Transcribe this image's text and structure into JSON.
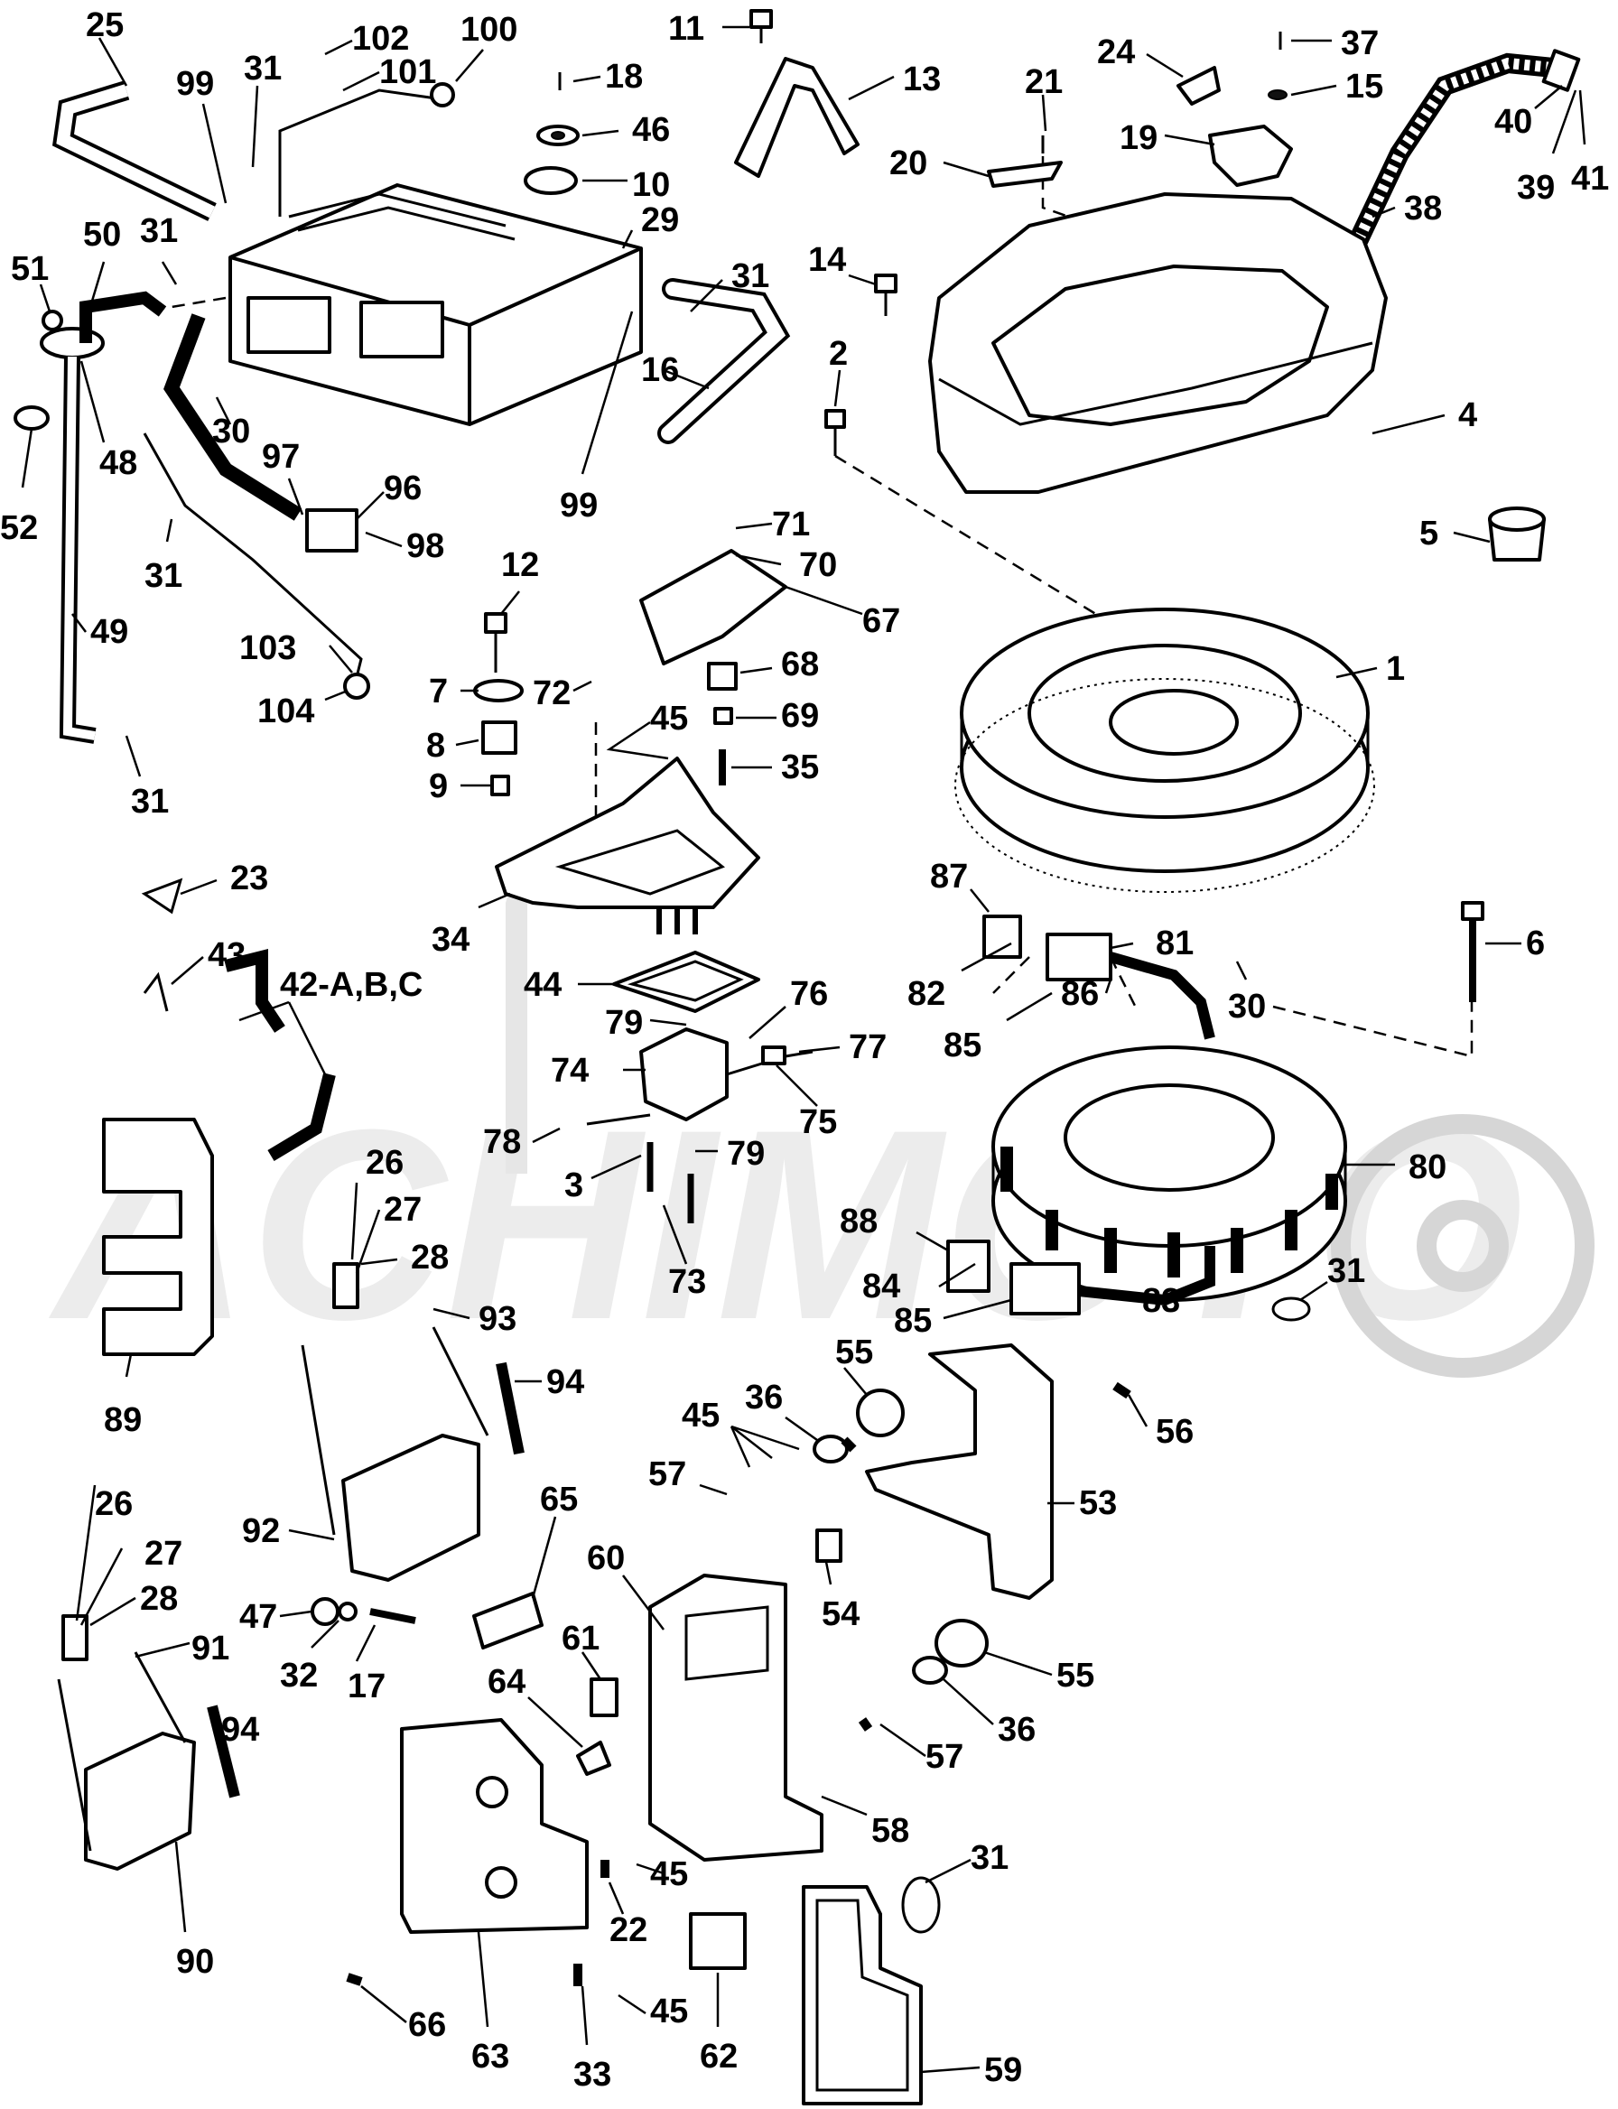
{
  "watermark": "ACHIMOTO",
  "callouts": [
    {
      "id": "c25",
      "text": "25"
    },
    {
      "id": "c99a",
      "text": "99"
    },
    {
      "id": "c31a",
      "text": "31"
    },
    {
      "id": "c102",
      "text": "102"
    },
    {
      "id": "c101",
      "text": "101"
    },
    {
      "id": "c100",
      "text": "100"
    },
    {
      "id": "c18",
      "text": "18"
    },
    {
      "id": "c46",
      "text": "46"
    },
    {
      "id": "c10",
      "text": "10"
    },
    {
      "id": "c29",
      "text": "29"
    },
    {
      "id": "c11",
      "text": "11"
    },
    {
      "id": "c13",
      "text": "13"
    },
    {
      "id": "c21",
      "text": "21"
    },
    {
      "id": "c20",
      "text": "20"
    },
    {
      "id": "c24",
      "text": "24"
    },
    {
      "id": "c37",
      "text": "37"
    },
    {
      "id": "c15",
      "text": "15"
    },
    {
      "id": "c19",
      "text": "19"
    },
    {
      "id": "c40",
      "text": "40"
    },
    {
      "id": "c39",
      "text": "39"
    },
    {
      "id": "c41",
      "text": "41"
    },
    {
      "id": "c38",
      "text": "38"
    },
    {
      "id": "c51",
      "text": "51"
    },
    {
      "id": "c50",
      "text": "50"
    },
    {
      "id": "c31b",
      "text": "31"
    },
    {
      "id": "c31c",
      "text": "31"
    },
    {
      "id": "c16",
      "text": "16"
    },
    {
      "id": "c14",
      "text": "14"
    },
    {
      "id": "c2",
      "text": "2"
    },
    {
      "id": "c4",
      "text": "4"
    },
    {
      "id": "c48",
      "text": "48"
    },
    {
      "id": "c52",
      "text": "52"
    },
    {
      "id": "c30a",
      "text": "30"
    },
    {
      "id": "c97",
      "text": "97"
    },
    {
      "id": "c96",
      "text": "96"
    },
    {
      "id": "c98",
      "text": "98"
    },
    {
      "id": "c99b",
      "text": "99"
    },
    {
      "id": "c5",
      "text": "5"
    },
    {
      "id": "c31d",
      "text": "31"
    },
    {
      "id": "c71",
      "text": "71"
    },
    {
      "id": "c70",
      "text": "70"
    },
    {
      "id": "c12",
      "text": "12"
    },
    {
      "id": "c67",
      "text": "67"
    },
    {
      "id": "c49",
      "text": "49"
    },
    {
      "id": "c103",
      "text": "103"
    },
    {
      "id": "c68",
      "text": "68"
    },
    {
      "id": "c1",
      "text": "1"
    },
    {
      "id": "c7",
      "text": "7"
    },
    {
      "id": "c72",
      "text": "72"
    },
    {
      "id": "c104",
      "text": "104"
    },
    {
      "id": "c69",
      "text": "69"
    },
    {
      "id": "c45a",
      "text": "45"
    },
    {
      "id": "c8",
      "text": "8"
    },
    {
      "id": "c35",
      "text": "35"
    },
    {
      "id": "c31e",
      "text": "31"
    },
    {
      "id": "c9",
      "text": "9"
    },
    {
      "id": "c23",
      "text": "23"
    },
    {
      "id": "c87",
      "text": "87"
    },
    {
      "id": "c6",
      "text": "6"
    },
    {
      "id": "c81",
      "text": "81"
    },
    {
      "id": "c34",
      "text": "34"
    },
    {
      "id": "c43",
      "text": "43"
    },
    {
      "id": "c82",
      "text": "82"
    },
    {
      "id": "c30b",
      "text": "30"
    },
    {
      "id": "c44",
      "text": "44"
    },
    {
      "id": "c86",
      "text": "86"
    },
    {
      "id": "c85a",
      "text": "85"
    },
    {
      "id": "c42",
      "text": "42-A,B,C"
    },
    {
      "id": "c76",
      "text": "76"
    },
    {
      "id": "c79a",
      "text": "79"
    },
    {
      "id": "c77",
      "text": "77"
    },
    {
      "id": "c74",
      "text": "74"
    },
    {
      "id": "c75",
      "text": "75"
    },
    {
      "id": "c78",
      "text": "78"
    },
    {
      "id": "c79b",
      "text": "79"
    },
    {
      "id": "c3",
      "text": "3"
    },
    {
      "id": "c80",
      "text": "80"
    },
    {
      "id": "c26a",
      "text": "26"
    },
    {
      "id": "c27a",
      "text": "27"
    },
    {
      "id": "c28a",
      "text": "28"
    },
    {
      "id": "c73",
      "text": "73"
    },
    {
      "id": "c88",
      "text": "88"
    },
    {
      "id": "c31f",
      "text": "31"
    },
    {
      "id": "c84",
      "text": "84"
    },
    {
      "id": "c83",
      "text": "83"
    },
    {
      "id": "c85b",
      "text": "85"
    },
    {
      "id": "c93",
      "text": "93"
    },
    {
      "id": "c94a",
      "text": "94"
    },
    {
      "id": "c89",
      "text": "89"
    },
    {
      "id": "c55a",
      "text": "55"
    },
    {
      "id": "c36a",
      "text": "36"
    },
    {
      "id": "c56",
      "text": "56"
    },
    {
      "id": "c45b",
      "text": "45"
    },
    {
      "id": "c57a",
      "text": "57"
    },
    {
      "id": "c53",
      "text": "53"
    },
    {
      "id": "c92",
      "text": "92"
    },
    {
      "id": "c65",
      "text": "65"
    },
    {
      "id": "c60",
      "text": "60"
    },
    {
      "id": "c26b",
      "text": "26"
    },
    {
      "id": "c27b",
      "text": "27"
    },
    {
      "id": "c28b",
      "text": "28"
    },
    {
      "id": "c47",
      "text": "47"
    },
    {
      "id": "c54",
      "text": "54"
    },
    {
      "id": "c32",
      "text": "32"
    },
    {
      "id": "c17",
      "text": "17"
    },
    {
      "id": "c91",
      "text": "91"
    },
    {
      "id": "c61",
      "text": "61"
    },
    {
      "id": "c55b",
      "text": "55"
    },
    {
      "id": "c36b",
      "text": "36"
    },
    {
      "id": "c94b",
      "text": "94"
    },
    {
      "id": "c64",
      "text": "64"
    },
    {
      "id": "c57b",
      "text": "57"
    },
    {
      "id": "c58",
      "text": "58"
    },
    {
      "id": "c31g",
      "text": "31"
    },
    {
      "id": "c45c",
      "text": "45"
    },
    {
      "id": "c22",
      "text": "22"
    },
    {
      "id": "c90",
      "text": "90"
    },
    {
      "id": "c45d",
      "text": "45"
    },
    {
      "id": "c66",
      "text": "66"
    },
    {
      "id": "c63",
      "text": "63"
    },
    {
      "id": "c62",
      "text": "62"
    },
    {
      "id": "c59",
      "text": "59"
    },
    {
      "id": "c33",
      "text": "33"
    }
  ]
}
